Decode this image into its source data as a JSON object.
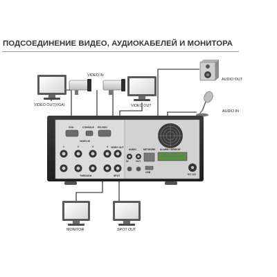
{
  "heading": "ПОДСОЕДИНЕНИЕ ВИДЕО, АУДИОКАБЕЛЕЙ И МОНИТОРА",
  "labels": {
    "video_in": "VIDEO IN",
    "video_out_vga": "VIDEO OUT(VGA)",
    "video_out": "VIDEO OUT",
    "audio_out": "AUDIO OUT",
    "audio_in": "AUDIO IN",
    "monitor": "MONITOR",
    "spot_out": "SPOT OUT"
  },
  "panel_labels": {
    "vga": "VGA",
    "console": "CONSOLE",
    "rs232c": "RS-232C",
    "video_in": "VIDEO IN",
    "ch1": "1",
    "ch2": "2",
    "ch3": "3",
    "ch4": "4",
    "through": "THROUGH",
    "video_out": "VIDEO OUT",
    "spot": "SPOT",
    "audio": "AUDIO",
    "in": "IN",
    "out": "OUT",
    "network": "NETWORK",
    "usb": "USB",
    "alarm": "ALARM / SENSOR",
    "dc12v": "DC 12V"
  },
  "colors": {
    "heading": "#333333",
    "line": "#1a1a1a",
    "panel_dark": "#2b2b2b",
    "panel_light": "#d9d9d9",
    "monitor_gray": "#bdbdbd"
  }
}
